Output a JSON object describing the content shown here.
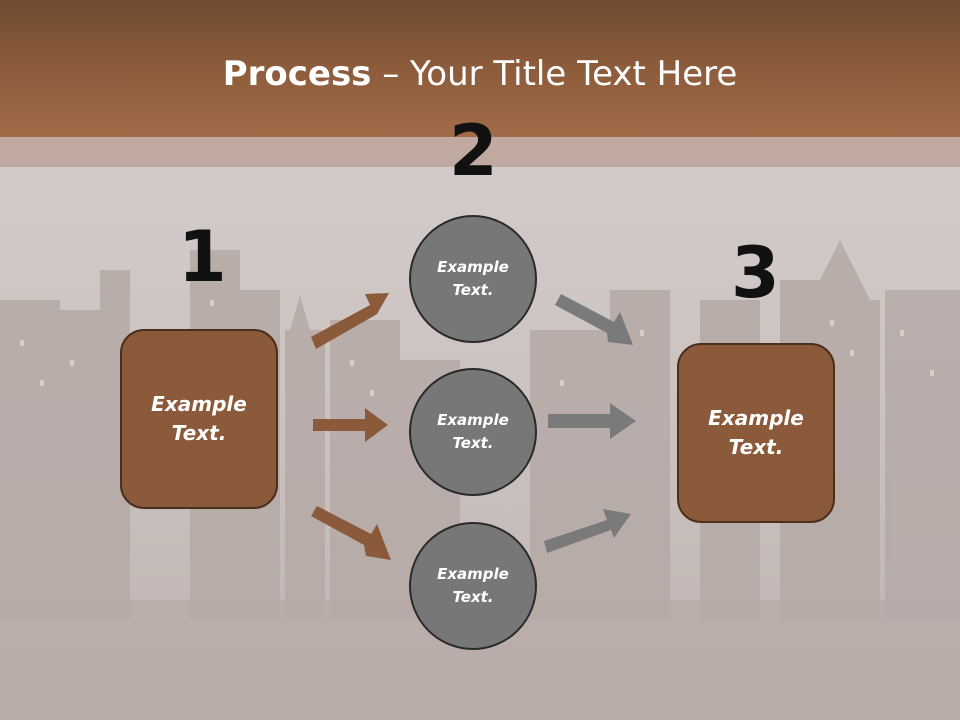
{
  "title": {
    "bold": "Process",
    "rest": " – Your Title Text Here"
  },
  "steps": {
    "one": "1",
    "two": "2",
    "three": "3"
  },
  "left_box": {
    "text": "Example Text."
  },
  "right_box": {
    "text": "Example Text."
  },
  "circles": [
    {
      "text": "Example Text."
    },
    {
      "text": "Example Text."
    },
    {
      "text": "Example Text."
    }
  ],
  "colors": {
    "brown": "#8b5a3b",
    "gray": "#777777",
    "arrow_brown": "#8b5a3b",
    "arrow_gray": "#7a7a7a"
  }
}
